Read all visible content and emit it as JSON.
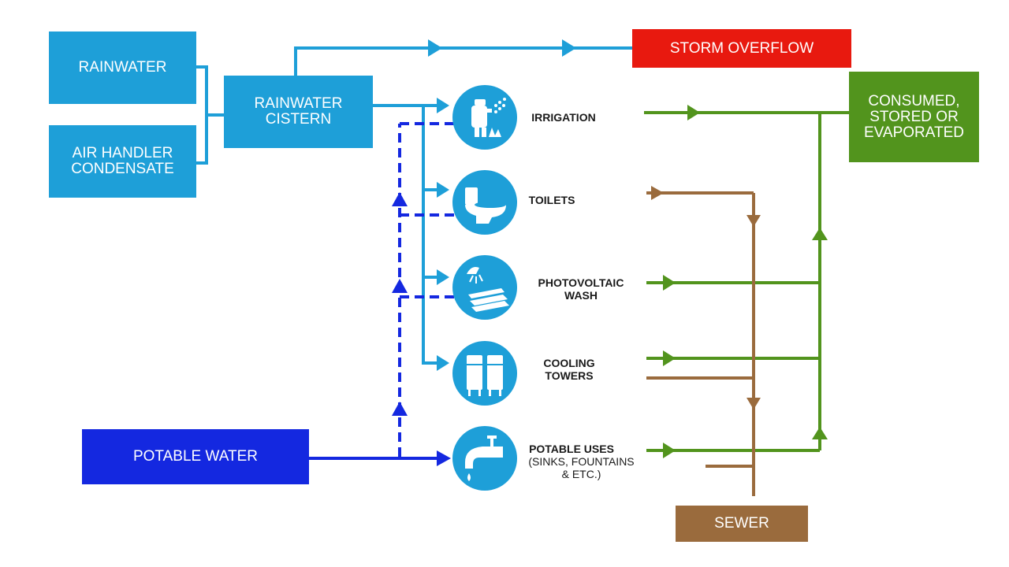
{
  "sources": {
    "rainwater": "RAINWATER",
    "air_handler": "AIR HANDLER\nCONDENSATE",
    "cistern": "RAINWATER\nCISTERN",
    "potable_water": "POTABLE WATER"
  },
  "sinks": {
    "storm_overflow": "STORM OVERFLOW",
    "consumed": "CONSUMED,\nSTORED OR\nEVAPORATED",
    "sewer": "SEWER"
  },
  "uses": [
    {
      "label": "IRRIGATION",
      "icon": "irrigation-icon"
    },
    {
      "label": "TOILETS",
      "icon": "toilet-icon"
    },
    {
      "label": "PHOTOVOLTAIC\nWASH",
      "icon": "photovoltaic-wash-icon"
    },
    {
      "label": "COOLING\nTOWERS",
      "icon": "cooling-towers-icon"
    },
    {
      "label": "POTABLE USES",
      "sublabel": "(SINKS, FOUNTAINS\n& ETC.)",
      "icon": "faucet-icon"
    }
  ],
  "colors": {
    "rainwater": "#1e9fd8",
    "potable": "#1428e0",
    "overflow": "#e8190f",
    "consumed": "#52941d",
    "sewer": "#9a6b3d"
  }
}
